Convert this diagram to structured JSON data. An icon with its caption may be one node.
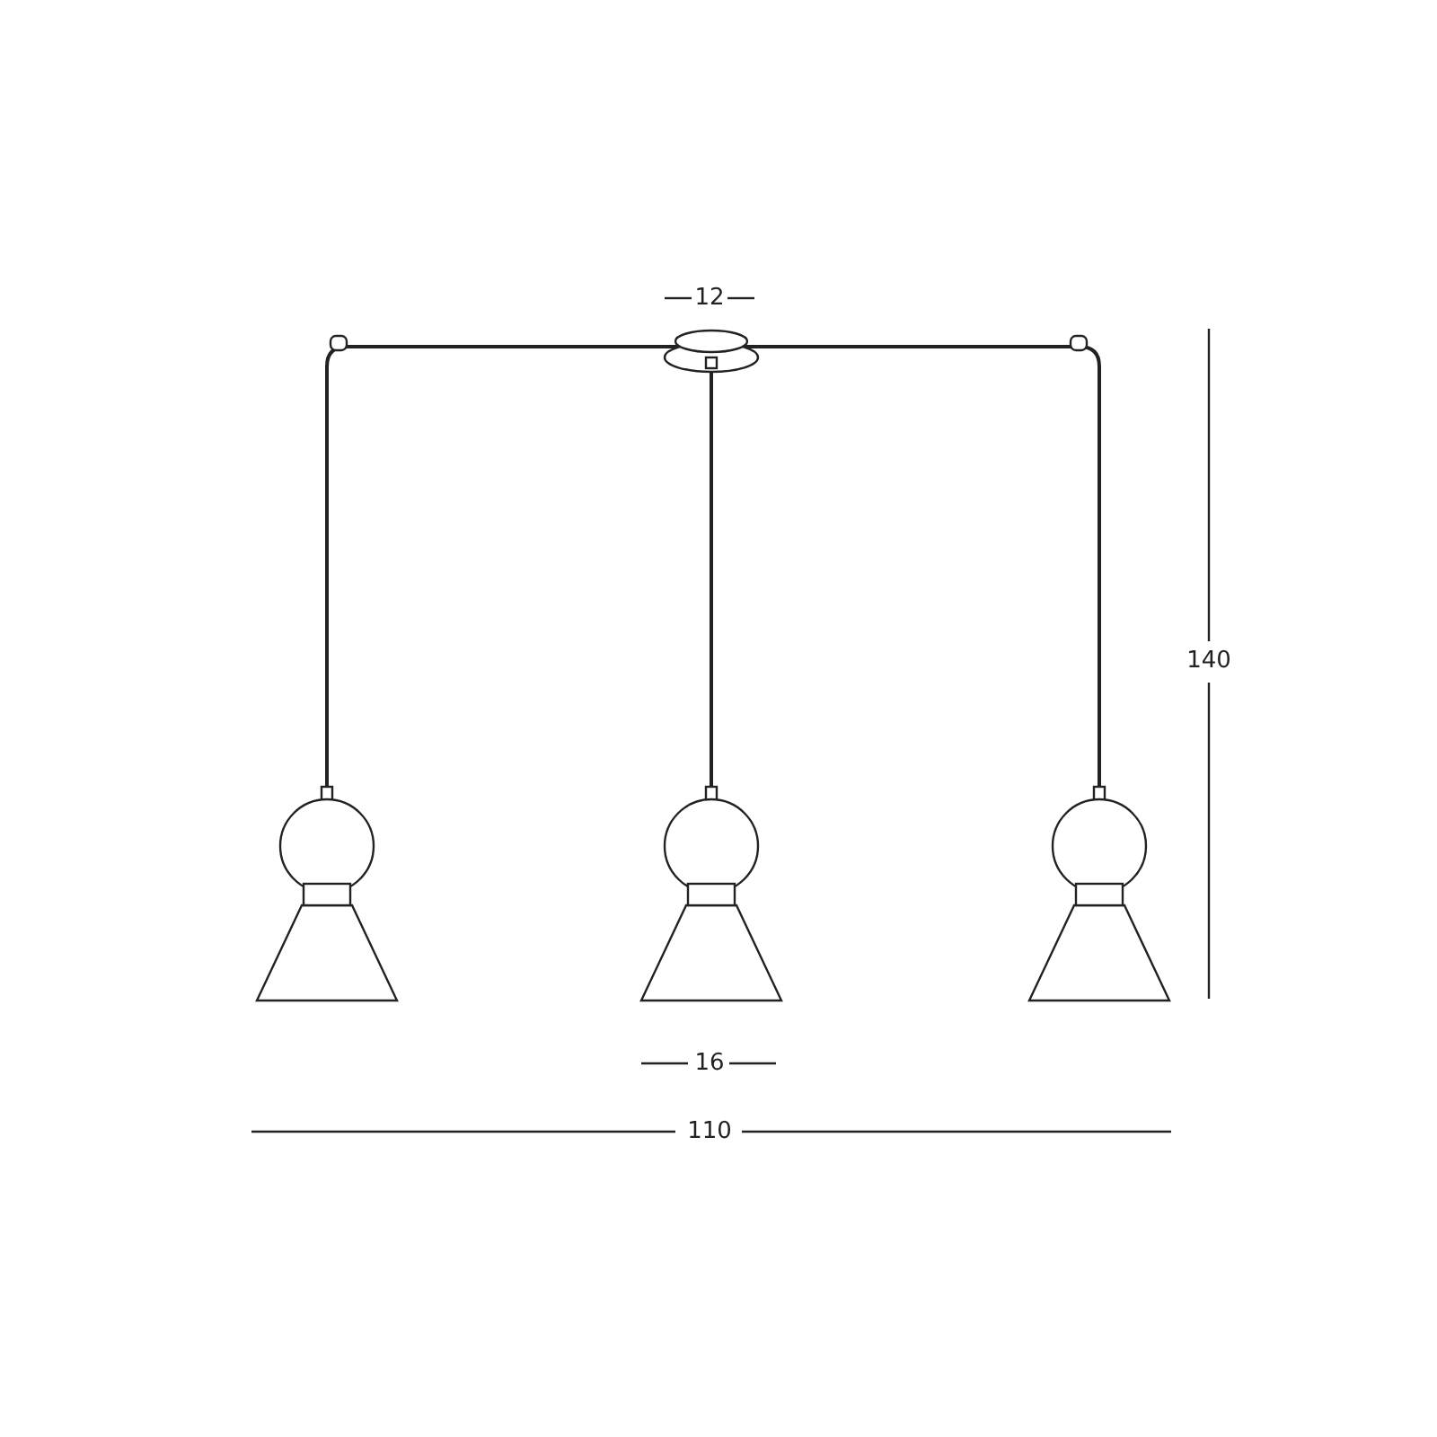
{
  "diagram": {
    "labels": [
      "12",
      "140",
      "16",
      "110"
    ]
  }
}
